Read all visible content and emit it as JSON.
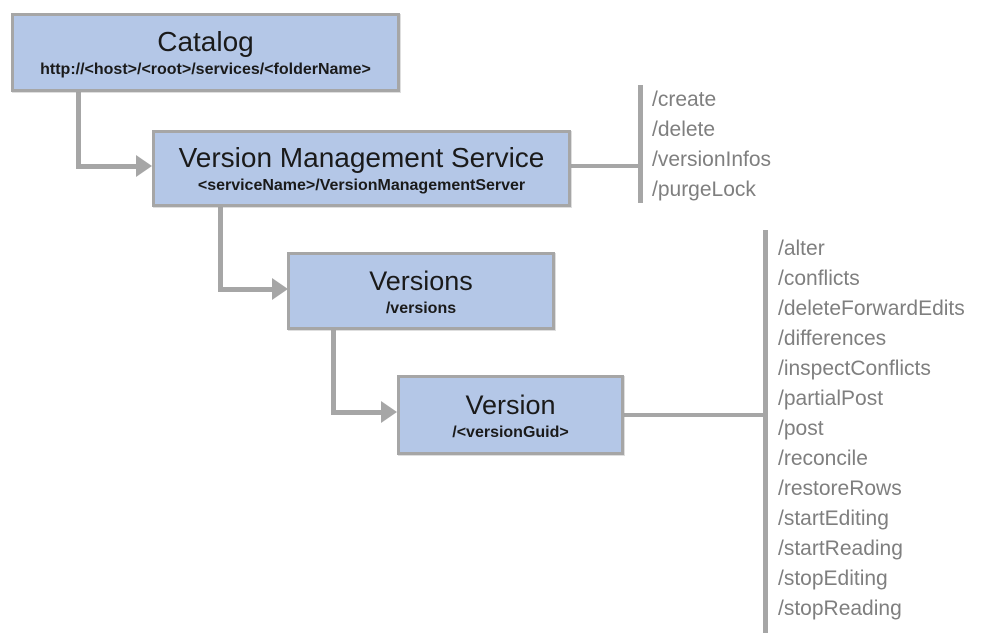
{
  "diagram": {
    "colors": {
      "box_fill": "#b4c7e7",
      "box_border": "#a6a6a6",
      "connector": "#a6a6a6",
      "operation_text": "#7f7f7f",
      "title_text": "#1a1a1a",
      "background": "#ffffff"
    },
    "nodes": {
      "catalog": {
        "title": "Catalog",
        "subtitle": "http://<host>/<root>/services/<folderName>"
      },
      "vms": {
        "title": "Version Management Service",
        "subtitle": "<serviceName>/VersionManagementServer",
        "operations": [
          "/create",
          "/delete",
          "/versionInfos",
          "/purgeLock"
        ]
      },
      "versions": {
        "title": "Versions",
        "subtitle": "/versions"
      },
      "version": {
        "title": "Version",
        "subtitle": "/<versionGuid>",
        "operations": [
          "/alter",
          "/conflicts",
          "/deleteForwardEdits",
          "/differences",
          "/inspectConflicts",
          "/partialPost",
          "/post",
          "/reconcile",
          "/restoreRows",
          "/startEditing",
          "/startReading",
          "/stopEditing",
          "/stopReading"
        ]
      }
    }
  }
}
